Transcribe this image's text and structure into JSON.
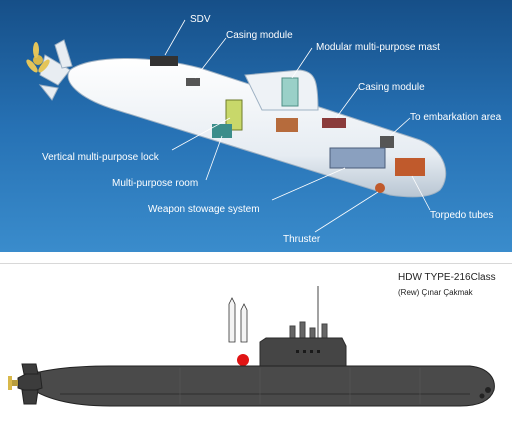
{
  "top_diagram": {
    "labels": {
      "sdv": "SDV",
      "casing_module_1": "Casing module",
      "modular_mast": "Modular multi-purpose mast",
      "casing_module_2": "Casing module",
      "embarkation": "To embarkation area",
      "vertical_lock": "Vertical multi-purpose lock",
      "multipurpose_room": "Multi-purpose room",
      "weapon_stowage": "Weapon stowage system",
      "thruster": "Thruster",
      "torpedo_tubes": "Torpedo tubes"
    },
    "colors": {
      "water_top": "#1d5f9e",
      "water_bottom": "#2f7fc4",
      "hull": "#f2f5f8"
    }
  },
  "bottom_diagram": {
    "title": "HDW TYPE-216Class",
    "credit": "(Rew) Çınar Çakmak",
    "colors": {
      "hull": "#4a4a4a",
      "hull_shadow": "#2e2e2e",
      "beacon": "#e01414"
    }
  }
}
